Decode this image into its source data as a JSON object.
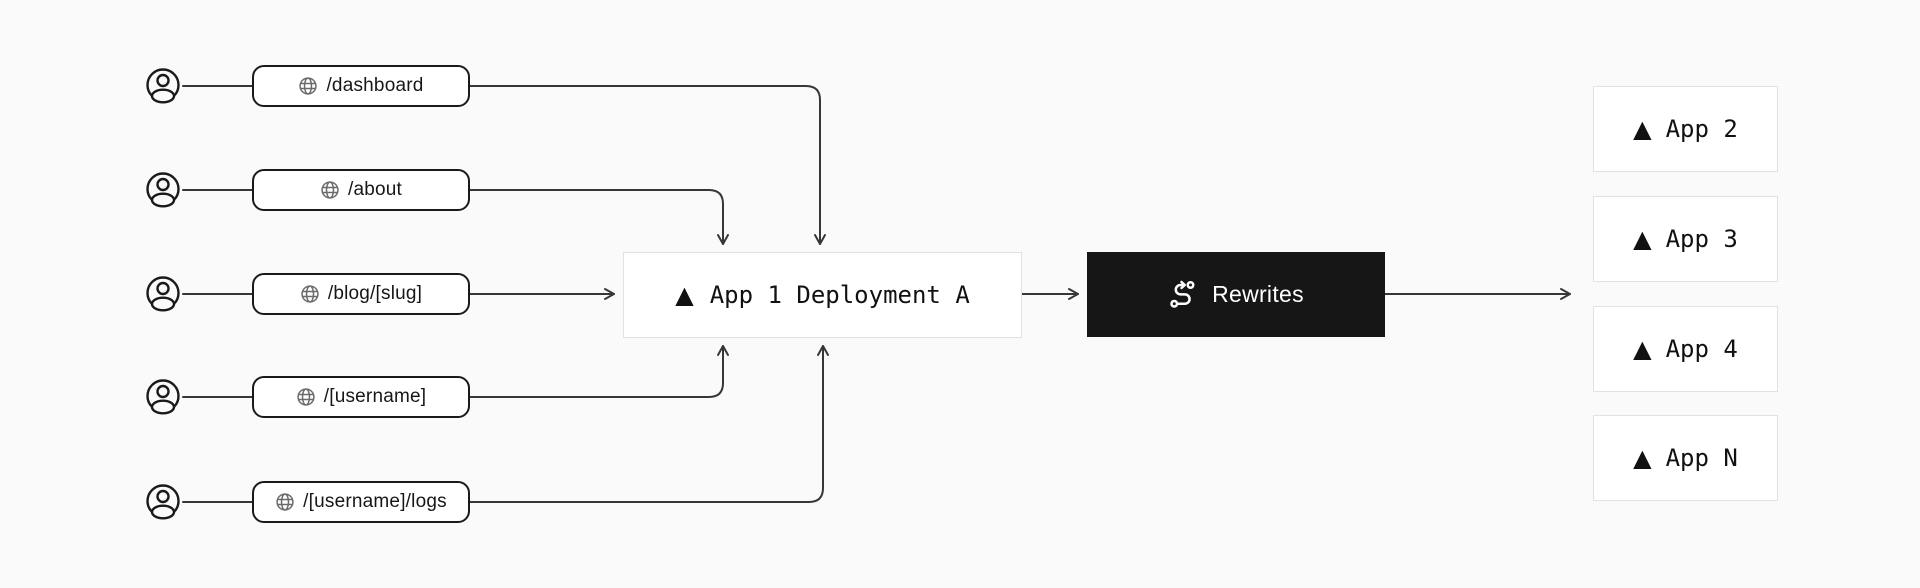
{
  "page": {
    "background": "#fafafa",
    "line_color": "#373737"
  },
  "colors": {
    "node_background": "#ffffff",
    "node_border": "#e2e2e2",
    "pill_border": "#1a1a1a",
    "text": "#171717",
    "rewrites_background": "#161616",
    "rewrites_text": "#ffffff",
    "globe_icon": "#6b6b6b"
  },
  "glyphs": {
    "triangle": "▲"
  },
  "icons": {
    "user": "user-icon",
    "globe": "globe-icon",
    "vercel_logo": "vercel-triangle-icon",
    "rewrites": "route-icon"
  },
  "routes": [
    {
      "label": "/dashboard"
    },
    {
      "label": "/about"
    },
    {
      "label": "/blog/[slug]"
    },
    {
      "label": "/[username]"
    },
    {
      "label": "/[username]/logs"
    }
  ],
  "deployment": {
    "logo_glyph": "▲",
    "label": "App 1 Deployment A"
  },
  "rewrites": {
    "label": "Rewrites"
  },
  "apps": [
    {
      "logo_glyph": "▲",
      "label": "App 2"
    },
    {
      "logo_glyph": "▲",
      "label": "App 3"
    },
    {
      "logo_glyph": "▲",
      "label": "App 4"
    },
    {
      "logo_glyph": "▲",
      "label": "App N"
    }
  ]
}
